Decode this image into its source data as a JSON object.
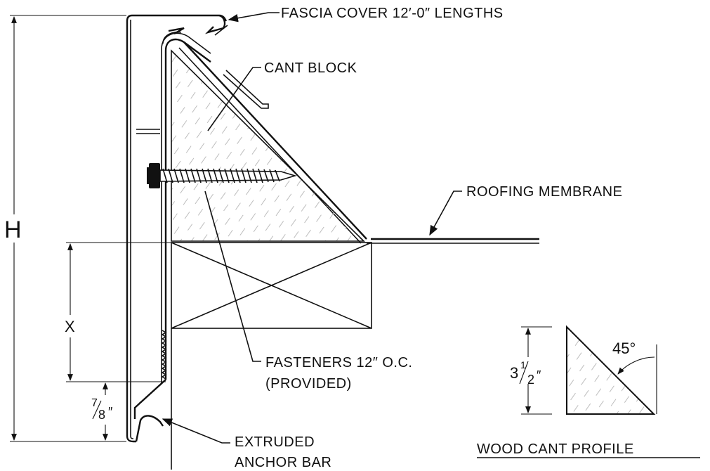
{
  "labels": {
    "fascia_cover": "FASCIA COVER 12′-0″ LENGTHS",
    "cant_block": "CANT BLOCK",
    "roofing_membrane": "ROOFING MEMBRANE",
    "fasteners_line1": "FASTENERS 12″ O.C.",
    "fasteners_line2": "(PROVIDED)",
    "anchor_bar_line1": "EXTRUDED",
    "anchor_bar_line2": "ANCHOR BAR",
    "profile_title": "WOOD CANT PROFILE"
  },
  "dimensions": {
    "height": "H",
    "x": "X",
    "seven_eighths_num": "7",
    "seven_eighths_den": "8",
    "seven_eighths_mark": "″",
    "cant_whole": "3",
    "cant_num": "1",
    "cant_den": "2",
    "cant_mark": "″",
    "angle": "45°"
  },
  "colors": {
    "line": "#111111",
    "hatch": "#bdbdbd",
    "background": "#ffffff"
  }
}
